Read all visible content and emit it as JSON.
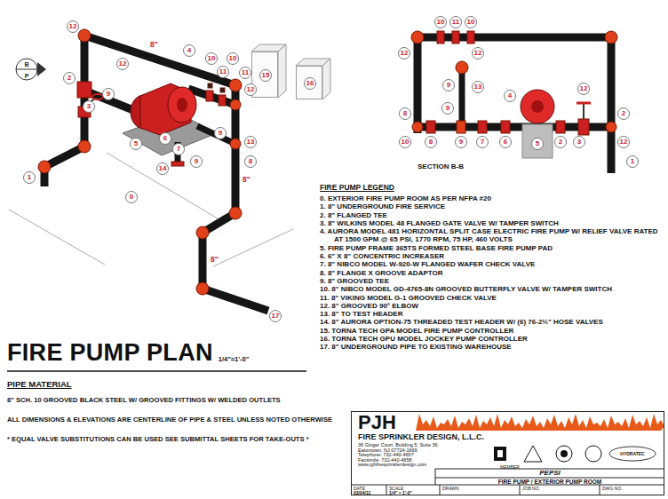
{
  "diagram": {
    "title": "FIRE PUMP PLAN",
    "nodes": [
      {
        "text": [
          "15"
        ]
      },
      {
        "text": [
          "16"
        ]
      },
      {
        "text": [
          "PJH",
          "FIRE SPRINKLER DESIGN, L.L.C.",
          "36 Ginger Court, Building 5, Suite 36",
          "Eatontown, NJ 07724-1669",
          "Telephone: 732-440-4657",
          "Facsimile: 732-440-4658",
          "www.pjhfiresprinklerdesign.com"
        ]
      }
    ],
    "labels": [
      "1/4\"=1'-0\"",
      "PIPE MATERIAL",
      "8\" SCH. 10 GROOVED BLACK STEEL W/ GROOVED FITTINGS W/ WELDED OUTLETS",
      "ALL DIMENSIONS & ELEVATIONS ARE CENTERLINE OF PIPE & STEEL UNLESS NOTED OTHERWISE",
      "* EQUAL VALVE SUBSTITUTIONS CAN BE USED SEE SUBMITTAL SHEETS FOR TAKE-OUTS *",
      "SECTION B-B",
      "FIRE PUMP LEGEND",
      "B",
      "P",
      "12",
      "2",
      "3",
      "9",
      "12",
      "4",
      "10",
      "11",
      "10",
      "11",
      "12",
      "5",
      "6",
      "7",
      "14",
      "9",
      "9",
      "13",
      "8",
      "1",
      "0",
      "17",
      "8\"",
      "8\"",
      "8\"",
      "10",
      "11",
      "10",
      "12",
      "12",
      "13",
      "9",
      "9",
      "8",
      "10",
      "8",
      "9",
      "7",
      "6",
      "5",
      "2",
      "3",
      "4",
      "12",
      "2",
      "12",
      "1",
      "MEMBER",
      "HYDRATEC",
      "PEPSI",
      "FIRE PUMP / EXTERIOR PUMP ROOM",
      "DATE",
      "03/04/11",
      "SCALE",
      "1/4\" = 1'-0\"",
      "DRAWN",
      "JOB NO.",
      "DWG NO."
    ],
    "legend": [
      {
        "text": "0. EXTERIOR FIRE PUMP ROOM AS PER NFPA #20"
      },
      {
        "text": "1. 8\" UNDERGROUND FIRE SERVICE"
      },
      {
        "text": "2. 8\" FLANGED TEE"
      },
      {
        "text": "3. 8\" WILKINS MODEL 48 FLANGED GATE VALVE W/ TAMPER SWITCH"
      },
      {
        "text": "4. AURORA MODEL 481 HORIZONTAL SPLIT CASE ELECTRIC FIRE PUMP W/ RELIEF VALVE RATED AT 1500 GPM @ 65 PSI, 1770 RPM, 75 HP, 460 VOLTS"
      },
      {
        "text": "5. FIRE PUMP FRAME 365TS FORMED STEEL BASE FIRE PUMP PAD"
      },
      {
        "text": "6. 6\" X 8\" CONCENTRIC INCREASER"
      },
      {
        "text": "7. 8\" NIBCO MODEL W-920-W FLANGED WAFER CHECK VALVE"
      },
      {
        "text": "8. 8\" FLANGE X GROOVE ADAPTOR"
      },
      {
        "text": "9. 8\" GROOVED TEE"
      },
      {
        "text": "10. 8\" NIBCO MODEL GD-4765-8N GROOVED BUTTERFLY VALVE W/ TAMPER SWITCH"
      },
      {
        "text": "11. 8\" VIKING MODEL G-1 GROOVED CHECK VALVE"
      },
      {
        "text": "12. 8\" GROOVED 90° ELBOW"
      },
      {
        "text": "13. 8\" TO TEST HEADER"
      },
      {
        "text": "14. 8\" AURORA OPTION-75 THREADED TEST HEADER W/ (6) 76-2½\" HOSE VALVES"
      },
      {
        "text": "15. TORNA TECH GPA MODEL FIRE PUMP CONTROLLER"
      },
      {
        "text": "16. TORNA TECH GPU MODEL JOCKEY PUMP CONTROLLER"
      },
      {
        "text": "17. 8\" UNDERGROUND PIPE TO EXISTING WAREHOUSE"
      }
    ]
  }
}
